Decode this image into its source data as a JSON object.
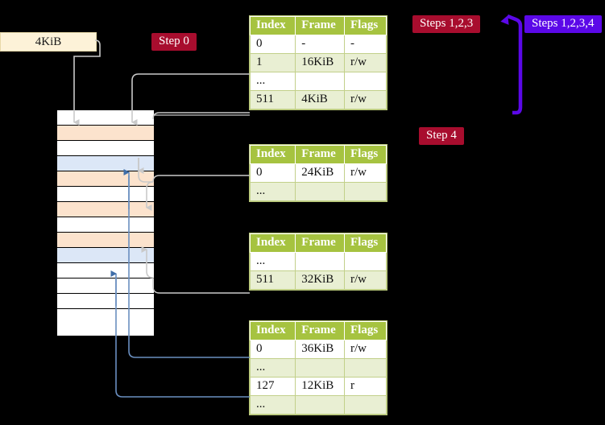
{
  "diagram": {
    "title_area": {
      "size_label": "4KiB"
    },
    "badges": [
      {
        "id": "step0",
        "label": "Step 0",
        "color": "#a80d2e",
        "style": "red"
      },
      {
        "id": "steps123",
        "label": "Steps 1,2,3",
        "color": "#a80d2e",
        "style": "red"
      },
      {
        "id": "steps1234",
        "label": "Steps 1,2,3,4",
        "color": "#5b08e8",
        "style": "purple"
      },
      {
        "id": "step4",
        "label": "Step 4",
        "color": "#a80d2e",
        "style": "red"
      }
    ],
    "colors": {
      "header_green": "#a6c340",
      "row_alt_green": "#e9efd3",
      "highlight_yellow": "#fbf79a",
      "mem_orange": "#fce3cd",
      "mem_blue": "#dce7f7",
      "size_box_fill": "#fdf2d8",
      "connector_gray": "#c9c9c9",
      "connector_blue": "#6a8fc0",
      "arrow_purple": "#5b08e8",
      "background": "#000000"
    },
    "columns": [
      "Index",
      "Frame",
      "Flags"
    ],
    "tables": [
      {
        "id": "pml4",
        "rows": [
          {
            "index": "0",
            "frame": "-",
            "flags": "-",
            "shade": "odd",
            "highlight": false
          },
          {
            "index": "1",
            "frame": "16KiB",
            "flags": "r/w",
            "shade": "even",
            "highlight": false
          },
          {
            "index": "...",
            "frame": "",
            "flags": "",
            "shade": "odd",
            "highlight": false
          },
          {
            "index": "511",
            "frame": "4KiB",
            "flags": "r/w",
            "shade": "even",
            "highlight": true
          }
        ]
      },
      {
        "id": "pdpt",
        "rows": [
          {
            "index": "0",
            "frame": "24KiB",
            "flags": "r/w",
            "shade": "odd",
            "highlight": false
          },
          {
            "index": "...",
            "frame": "",
            "flags": "",
            "shade": "even",
            "highlight": false
          }
        ]
      },
      {
        "id": "pd",
        "rows": [
          {
            "index": "...",
            "frame": "",
            "flags": "",
            "shade": "odd",
            "highlight": false
          },
          {
            "index": "511",
            "frame": "32KiB",
            "flags": "r/w",
            "shade": "even",
            "highlight": false
          }
        ]
      },
      {
        "id": "pt",
        "rows": [
          {
            "index": "0",
            "frame": "36KiB",
            "flags": "r/w",
            "shade": "odd",
            "highlight": false
          },
          {
            "index": "...",
            "frame": "",
            "flags": "",
            "shade": "even",
            "highlight": false
          },
          {
            "index": "127",
            "frame": "12KiB",
            "flags": "r",
            "shade": "odd",
            "highlight": false
          },
          {
            "index": "...",
            "frame": "",
            "flags": "",
            "shade": "even",
            "highlight": false
          }
        ]
      }
    ],
    "memory_rows": [
      {
        "i": 0,
        "fill": "white"
      },
      {
        "i": 1,
        "fill": "orange"
      },
      {
        "i": 2,
        "fill": "white"
      },
      {
        "i": 3,
        "fill": "blue"
      },
      {
        "i": 4,
        "fill": "orange"
      },
      {
        "i": 5,
        "fill": "white"
      },
      {
        "i": 6,
        "fill": "orange"
      },
      {
        "i": 7,
        "fill": "white"
      },
      {
        "i": 8,
        "fill": "orange"
      },
      {
        "i": 9,
        "fill": "blue"
      },
      {
        "i": 10,
        "fill": "white"
      },
      {
        "i": 11,
        "fill": "white"
      },
      {
        "i": 12,
        "fill": "white"
      },
      {
        "i": 13,
        "fill": "white"
      }
    ]
  }
}
